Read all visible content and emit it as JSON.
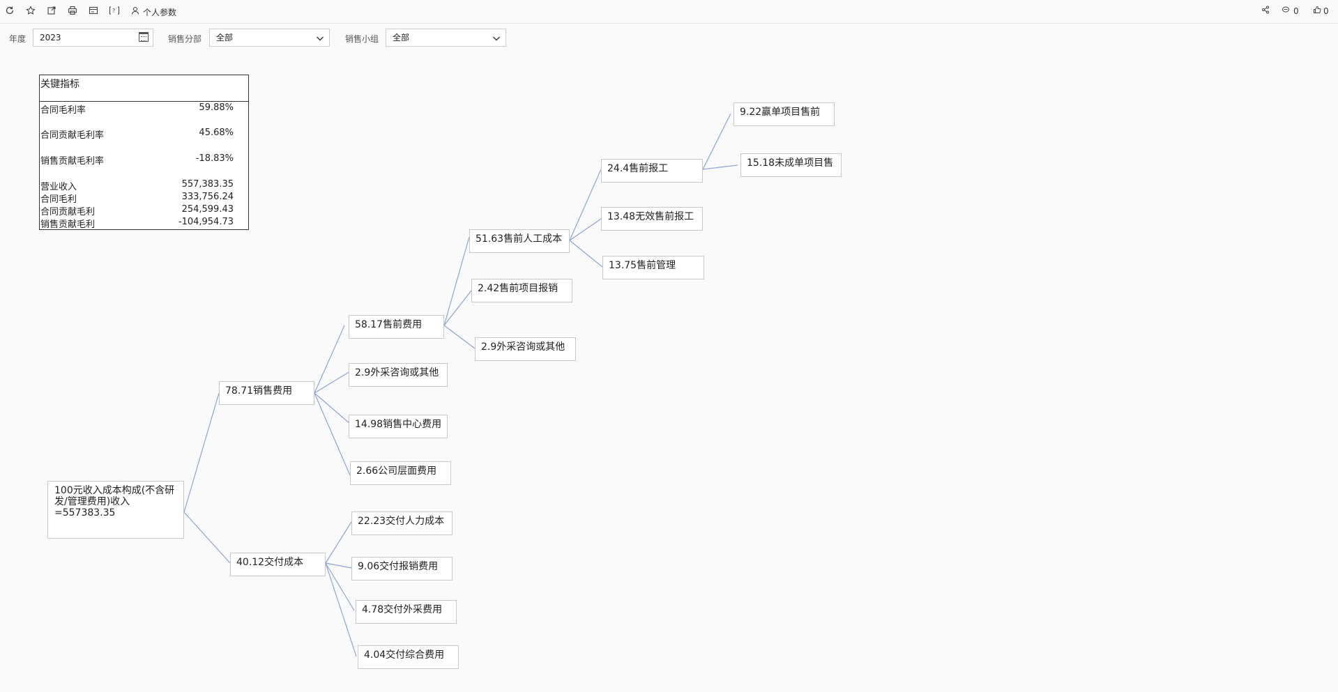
{
  "toolbar": {
    "personal_params": "个人参数",
    "comments_count": "0",
    "likes_count": "0"
  },
  "filters": {
    "year_label": "年度",
    "year_value": "2023",
    "division_label": "销售分部",
    "division_value": "全部",
    "group_label": "销售小组",
    "group_value": "全部"
  },
  "kpi": {
    "header": "关键指标",
    "rows": [
      {
        "label": "合同毛利率",
        "value": "59.88%"
      },
      {
        "label": "合同贡献毛利率",
        "value": "45.68%"
      },
      {
        "label": "销售贡献毛利率",
        "value": "-18.83%"
      },
      {
        "label": "营业收入",
        "value": "557,383.35"
      },
      {
        "label": "合同毛利",
        "value": "333,756.24"
      },
      {
        "label": "合同贡献毛利",
        "value": "254,599.43"
      },
      {
        "label": "销售贡献毛利",
        "value": "-104,954.73"
      }
    ]
  },
  "tree": {
    "root": "100元收入成本构成(不含研发/管理费用)收入=557383.35",
    "sales_expense": "78.71销售费用",
    "delivery_cost": "40.12交付成本",
    "presales_expense": "58.17售前费用",
    "outsourcing_consulting": "2.9外采咨询或其他",
    "sales_center_expense": "14.98销售中心费用",
    "company_level_expense": "2.66公司层面费用",
    "presales_labor_cost": "51.63售前人工成本",
    "presales_project_reimbursement": "2.42售前项目报销",
    "presales_outsourcing_consulting": "2.9外采咨询或其他",
    "presales_work_hours": "24.4售前报工",
    "invalid_presales_hours": "13.48无效售前报工",
    "presales_management": "13.75售前管理",
    "won_project_presales": "9.22赢单项目售前",
    "unconverted_project_presales": "15.18未成单项目售",
    "delivery_labor_cost": "22.23交付人力成本",
    "delivery_reimbursement": "9.06交付报销费用",
    "delivery_outsourcing": "4.78交付外采费用",
    "delivery_overhead": "4.04交付综合费用"
  },
  "colors": {
    "connector": "#8fa3d4",
    "node_border": "#c8c8c8"
  },
  "icons": [
    "refresh-icon",
    "star-icon",
    "external-link-icon",
    "print-icon",
    "card-icon",
    "bracket-icon",
    "user-params-icon",
    "share-icon",
    "comment-icon",
    "like-icon",
    "calendar-icon",
    "chevron-down-icon"
  ]
}
